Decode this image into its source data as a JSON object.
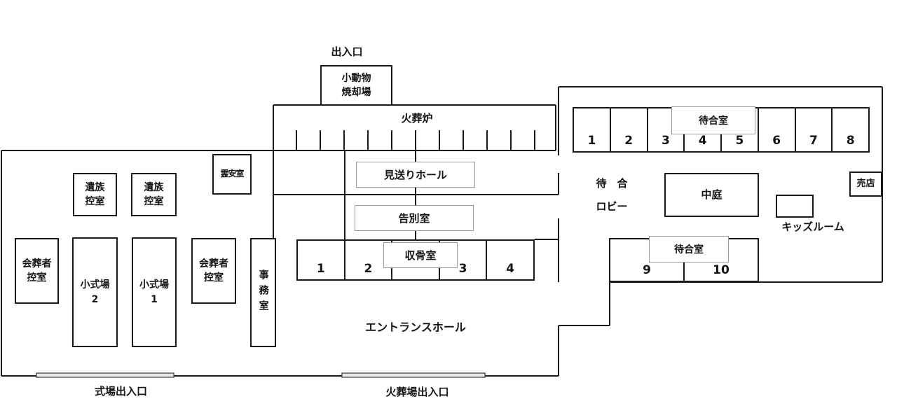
{
  "colors": {
    "wall": "#1a1a1a",
    "label_box_border": "#9a9a9a",
    "door_fill": "#e8e8e8",
    "background": "#ffffff",
    "text": "#151515"
  },
  "plan": {
    "entrance_top": "出入口",
    "small_animal_room": {
      "line1": "小動物",
      "line2": "焼却場"
    },
    "furnace": "火葬炉",
    "mortuary": "霊安室",
    "waiting_rooms_top": {
      "label": "待合室",
      "numbers": [
        "1",
        "2",
        "3",
        "4",
        "5",
        "6",
        "7",
        "8"
      ]
    },
    "waiting_lobby": {
      "line1": "待　合",
      "line2": "ロビー"
    },
    "courtyard": "中庭",
    "kids_room": "キッズルーム",
    "shop": "売店",
    "waiting_rooms_bottom": {
      "label": "待合室",
      "numbers": [
        "9",
        "10"
      ]
    },
    "family_room_1": {
      "line1": "遺族",
      "line2": "控室"
    },
    "family_room_2": {
      "line1": "遺族",
      "line2": "控室"
    },
    "mourner_room_1": {
      "line1": "会葬者",
      "line2": "控室"
    },
    "mourner_room_2": {
      "line1": "会葬者",
      "line2": "控室"
    },
    "small_hall_2": {
      "line1": "小式場",
      "line2": "2"
    },
    "small_hall_1": {
      "line1": "小式場",
      "line2": "1"
    },
    "office": "事務室",
    "sendoff_hall": "見送りホール",
    "farewell_room": "告別室",
    "ash_collection_room": "収骨室",
    "center_rooms": {
      "numbers": [
        "1",
        "2",
        "",
        "3",
        "4"
      ]
    },
    "entrance_hall": "エントランスホール",
    "ceremony_entrance": "式場出入口",
    "crematorium_entrance": "火葬場出入口"
  }
}
